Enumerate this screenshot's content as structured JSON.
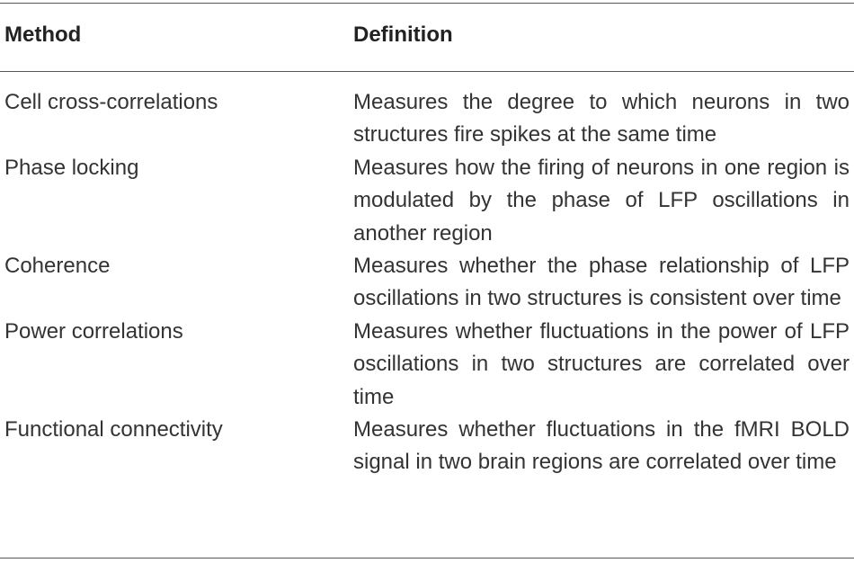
{
  "table": {
    "headers": {
      "method": "Method",
      "definition": "Definition"
    },
    "rows": [
      {
        "method": "Cell cross-correlations",
        "definition": "Measures the degree to which neurons in two structures fire spikes at the same time"
      },
      {
        "method": "Phase locking",
        "definition": "Measures how the firing of neurons in one region is modulated by the phase of LFP oscillations in another region"
      },
      {
        "method": "Coherence",
        "definition": "Measures whether the phase relationship of LFP oscillations in two structures is consistent over time"
      },
      {
        "method": "Power correlations",
        "definition": "Measures whether fluctuations in the power of LFP oscillations in two structures are correlated over time"
      },
      {
        "method": "Functional connectivity",
        "definition": "Measures whether fluctuations in the fMRI BOLD signal in two brain regions are correlated over time"
      }
    ]
  }
}
